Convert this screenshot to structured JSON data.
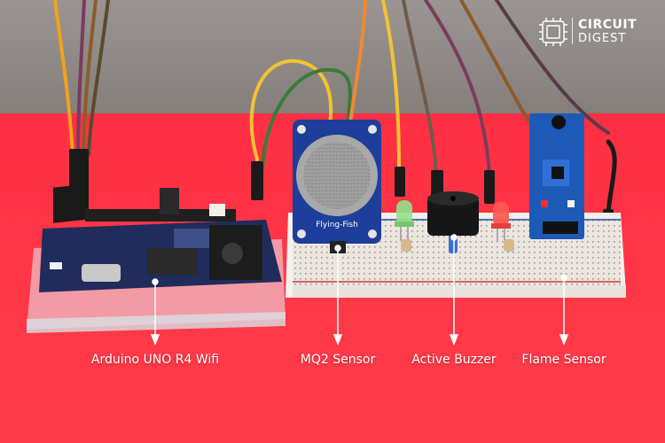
{
  "logo": {
    "line1": "CIRCUIT",
    "line2": "DIGEST",
    "icon": "chip-icon"
  },
  "labels": {
    "arduino": "Arduino UNO R4 Wifi",
    "mq2": "MQ2 Sensor",
    "buzzer": "Active Buzzer",
    "flame": "Flame Sensor"
  },
  "board": {
    "mq2_text": "Flying-Fish"
  },
  "colors": {
    "wall": "#8e8986",
    "table": "#ff3345",
    "arduino_board": "#1f2c5c",
    "sensor_board": "#1d3e9a",
    "label_text": "#ffffff"
  }
}
